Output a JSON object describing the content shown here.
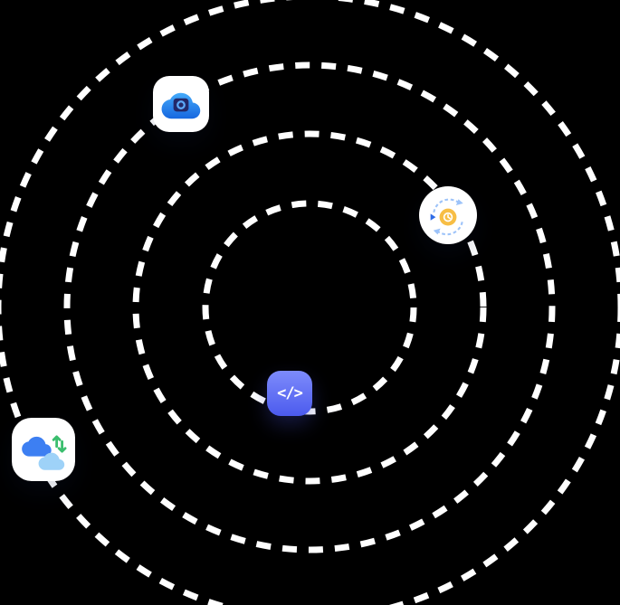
{
  "scene": {
    "background_color": "#000000"
  },
  "orbits": {
    "stroke_color": "#ffffff",
    "stroke_width": "7",
    "dash_pattern": "16 13",
    "ring_count": 4
  },
  "badges": {
    "cloud_chip": {
      "icon": "cloud-chip-icon",
      "background_color": "#ffffff",
      "cloud_gradient_top": "#45AAFA",
      "cloud_gradient_bottom": "#1667E0",
      "chip_color": "#232868",
      "lens_color": "#5CA8F7"
    },
    "sync": {
      "icon": "sync-clock-icon",
      "background_color": "#ffffff",
      "core_color": "#F7BE45",
      "clock_color": "#ffffff",
      "arc_color": "#9DC3F9",
      "accent_arrow_color": "#2E6BE6"
    },
    "code": {
      "icon": "code-brackets-icon",
      "glyph": "</>",
      "glyph_color": "#ffffff",
      "gradient_top": "#7D8BFB",
      "gradient_bottom": "#4C5BEE"
    },
    "cloud_transfer": {
      "icon": "cloud-transfer-icon",
      "background_color": "#ffffff",
      "primary_cloud_color": "#3D7FF2",
      "secondary_cloud_color": "#9ED2F8",
      "arrow_color": "#3BBE6E"
    }
  }
}
